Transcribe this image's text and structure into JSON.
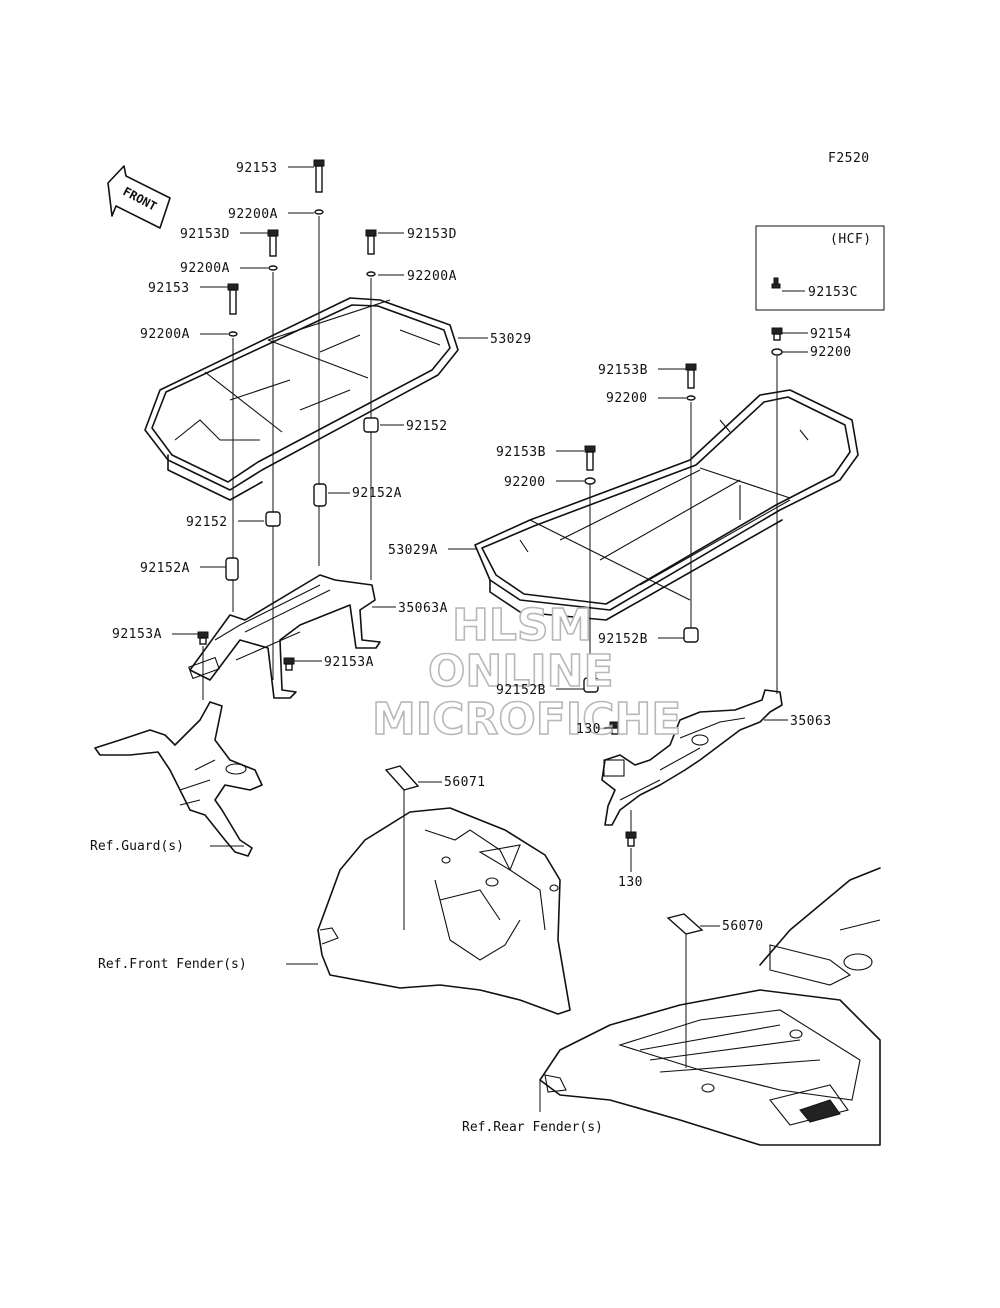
{
  "figure_code": "F2520",
  "front_arrow_label": "FRONT",
  "hcf_box": {
    "title": "(HCF)",
    "part": "92153C"
  },
  "watermark": [
    "HLSM",
    "ONLINE",
    "MICROFICHE"
  ],
  "parts_left": {
    "p1": "92153",
    "p2": "92200A",
    "p3": "92153D",
    "p4": "92200A",
    "p5": "92153",
    "p6": "92200A",
    "p7": "92153D",
    "p8": "92200A",
    "p9": "53029",
    "p10": "92152",
    "p11": "92152A",
    "p12": "92152",
    "p13": "92152A",
    "p14": "35063A",
    "p15": "92153A",
    "p16": "92153A",
    "p17": "56071"
  },
  "parts_right": {
    "r1": "92154",
    "r2": "92200",
    "r3": "92153B",
    "r4": "92200",
    "r5": "92153B",
    "r6": "92200",
    "r7": "53029A",
    "r8": "92152B",
    "r9": "92152B",
    "r10": "130",
    "r11": "35063",
    "r12": "130",
    "r13": "56070"
  },
  "refs": {
    "guard": "Ref.Guard(s)",
    "front_fender": "Ref.Front Fender(s)",
    "rear_fender": "Ref.Rear Fender(s)"
  }
}
